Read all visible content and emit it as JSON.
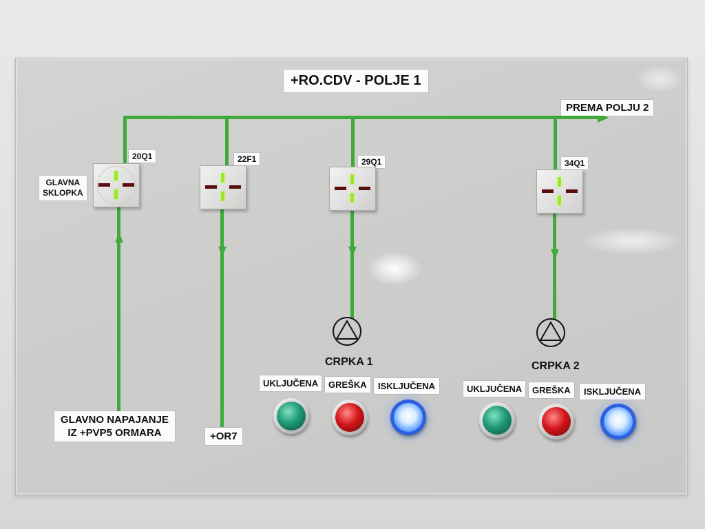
{
  "panel_title": "+RO.CDV - POLJE 1",
  "bus_label": "PREMA POLJU 2",
  "main_switch_label": [
    "GLAVNA",
    "SKLOPKA"
  ],
  "switches": [
    {
      "tag": "20Q1",
      "state": "closed"
    },
    {
      "tag": "22F1",
      "state": "closed"
    },
    {
      "tag": "29Q1",
      "state": "closed"
    },
    {
      "tag": "34Q1",
      "state": "closed"
    }
  ],
  "supply_label": [
    "GLAVNO NAPAJANJE",
    "IZ +PVP5 ORMARA"
  ],
  "branch_label": "+OR7",
  "pumps": [
    {
      "name": "CRPKA 1",
      "indicators": [
        {
          "label": "UKLJUČENA",
          "color": "#1f9a78",
          "lit": false
        },
        {
          "label": "GREŠKA",
          "color": "#d4161b",
          "lit": false
        },
        {
          "label": "ISKLJUČENA",
          "color": "#3a7bff",
          "lit": true
        }
      ]
    },
    {
      "name": "CRPKA 2",
      "indicators": [
        {
          "label": "UKLJUČENA",
          "color": "#1f9a78",
          "lit": false
        },
        {
          "label": "GREŠKA",
          "color": "#d4161b",
          "lit": false
        },
        {
          "label": "ISKLJUČENA",
          "color": "#3a7bff",
          "lit": true
        }
      ]
    }
  ],
  "colors": {
    "wire": "#3fa93a",
    "switch_on": "#9be82a",
    "switch_bar": "#5a0f0f"
  }
}
